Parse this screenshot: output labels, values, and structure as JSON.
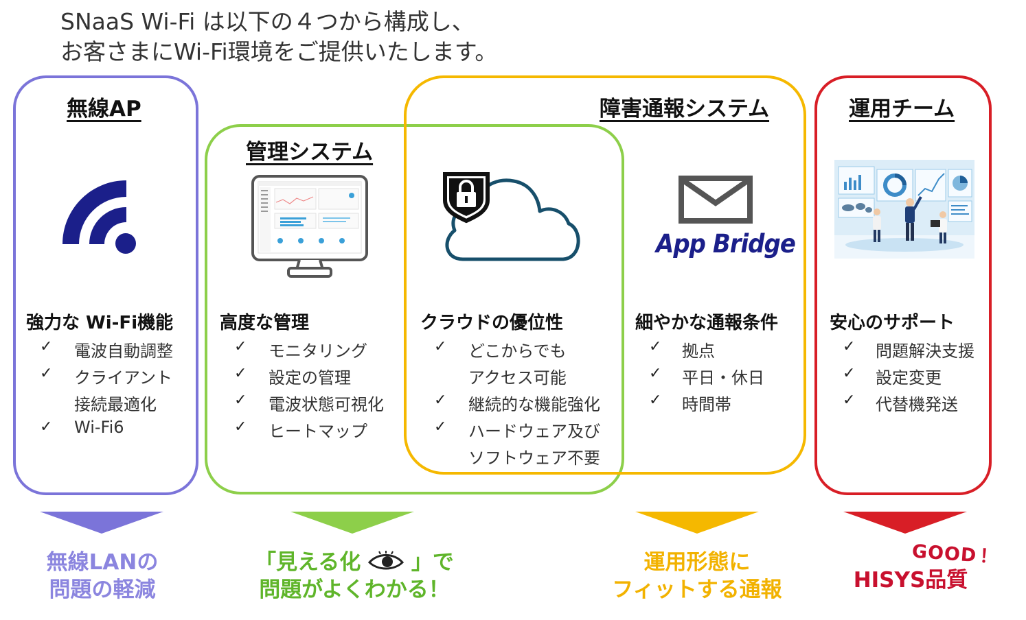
{
  "intro": {
    "line1": "SNaaS Wi-Fi は以下の４つから構成し、",
    "line2": "お客さまにWi-Fi環境をご提供いたします。"
  },
  "colors": {
    "ap": "#7b74d9",
    "mgmt": "#8dcf4a",
    "alert": "#f5b800",
    "ops": "#d81e26",
    "navy": "#1b1f8a",
    "teal": "#174f6b"
  },
  "ap": {
    "title": "無線AP",
    "icon": "wifi-icon",
    "feature": "強力な Wi-Fi機能",
    "items": [
      "電波自動調整",
      "クライアント",
      "接続最適化",
      "Wi-Fi6"
    ],
    "result1": "無線LANの",
    "result2": "問題の軽減"
  },
  "mgmt": {
    "title": "管理システム",
    "icon": "monitor-dashboard-icon",
    "feature": "高度な管理",
    "items": [
      "モニタリング",
      "設定の管理",
      "電波状態可視化",
      "ヒートマップ"
    ],
    "result1a": "「見える化",
    "result1b": "」で",
    "result2": "問題がよくわかる！"
  },
  "cloud": {
    "icon": "cloud-lock-icon",
    "feature": "クラウドの優位性",
    "items": [
      "どこからでも",
      "アクセス可能",
      "継続的な機能強化",
      "ハードウェア及び",
      "ソフトウェア不要"
    ]
  },
  "alert": {
    "title": "障害通報システム",
    "icon": "mail-icon",
    "logo_text": "App Bridge",
    "feature": "細やかな通報条件",
    "items": [
      "拠点",
      "平日・休日",
      "時間帯"
    ],
    "result1": "運用形態に",
    "result2": "フィットする通報"
  },
  "ops": {
    "title": "運用チーム",
    "icon": "team-dashboard-illustration",
    "feature": "安心のサポート",
    "items": [
      "問題解決支援",
      "設定変更",
      "代替機発送"
    ],
    "good": "GOOD",
    "good_mark": "！",
    "result": "HISYS品質"
  },
  "check_mark": "✓"
}
